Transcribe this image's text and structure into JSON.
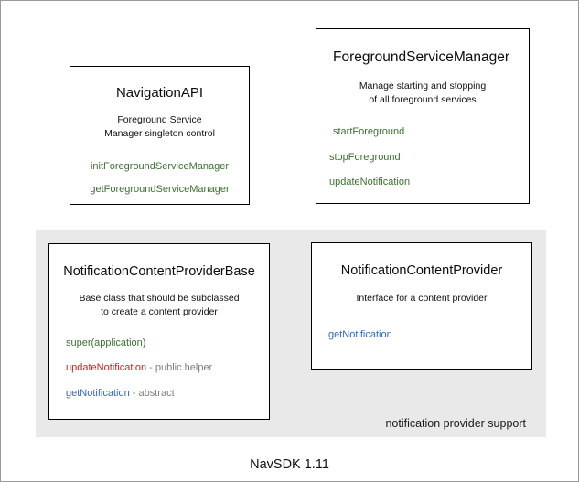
{
  "diagram": {
    "footer_caption": "NavSDK 1.11",
    "group_panel": {
      "label": "notification provider support"
    },
    "colors": {
      "method_green": "#3d7030",
      "method_red": "#cc2222",
      "method_blue": "#3366bb",
      "note_gray": "#7d7d7d",
      "panel_background": "#e9e9e9",
      "card_border": "#000000",
      "canvas_background": "#ffffff"
    },
    "cards": [
      {
        "id": "navigation-api",
        "title": "NavigationAPI",
        "description": "Foreground Service\nManager singleton control",
        "description_lines": [
          "Foreground Service",
          "Manager singleton control"
        ],
        "members": [
          {
            "name": "initForegroundServiceManager",
            "note": "",
            "color": "green"
          },
          {
            "name": "getForegroundServiceManager",
            "note": "",
            "color": "green"
          }
        ]
      },
      {
        "id": "foreground-service-manager",
        "title": "ForegroundServiceManager",
        "description": "Manage starting and stopping\nof all foreground services",
        "description_lines": [
          "Manage starting and stopping",
          "of all foreground services"
        ],
        "members": [
          {
            "name": "startForeground",
            "note": "",
            "color": "green"
          },
          {
            "name": "stopForeground",
            "note": "",
            "color": "green"
          },
          {
            "name": "updateNotification",
            "note": "",
            "color": "green"
          }
        ]
      },
      {
        "id": "notification-content-provider-base",
        "title": "NotificationContentProviderBase",
        "description": "Base class that should be subclassed\nto create a content provider",
        "description_lines": [
          "Base class that should be subclassed",
          "to create a content provider"
        ],
        "members": [
          {
            "name": "super(application)",
            "note": "",
            "color": "green"
          },
          {
            "name": "updateNotification",
            "note": " - public helper",
            "color": "red"
          },
          {
            "name": "getNotification",
            "note": " - abstract",
            "color": "blue"
          }
        ]
      },
      {
        "id": "notification-content-provider",
        "title": "NotificationContentProvider",
        "description": "Interface for a content provider",
        "description_lines": [
          "Interface for a content provider"
        ],
        "members": [
          {
            "name": "getNotification",
            "note": "",
            "color": "blue"
          }
        ]
      }
    ]
  }
}
